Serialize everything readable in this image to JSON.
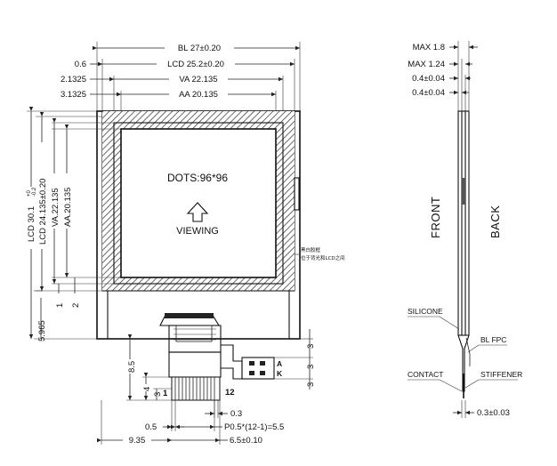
{
  "front": {
    "bl_label": "BL  27±0.20",
    "lcd_offset": "0.6",
    "lcd_label": "LCD  25.2±0.20",
    "va_offset": "2.1325",
    "va_label": "VA  22.135",
    "aa_offset": "3.1325",
    "aa_label": "AA  20.135",
    "dots": "DOTS:96*96",
    "viewing": "VIEWING",
    "note_line1": "黑白胶框",
    "note_line2": "位于背光和LCD之间",
    "lcd_height": "LCD  30.1",
    "lcd_height_tol_upper": "+0",
    "lcd_height_tol_lower": "-0.2",
    "lcd_height_2": "LCD  24.135±0.20",
    "va_height": "VA.22.135",
    "aa_height": "AA.20.135",
    "dim_1": "1",
    "dim_2": "2",
    "dim_5965": "5.965",
    "dim_85": "8.5",
    "dim_4": "4",
    "dim_3_left": "3",
    "pin_1": "1",
    "pin_12": "12",
    "label_a": "A",
    "label_k": "K",
    "dim_3_r1": "3",
    "dim_3_r2": "3",
    "dim_3_r3": "3",
    "dim_03": "0.3",
    "dim_05": "0.5",
    "dim_pitch": "P0.5*(12-1)=5.5",
    "dim_935": "9.35",
    "dim_65": "6.5±0.10"
  },
  "side": {
    "max_18": "MAX  1.8",
    "max_124": "MAX  1.24",
    "t1": "0.4±0.04",
    "t2": "0.4±0.04",
    "front": "FRONT",
    "back": "BACK",
    "silicone": "SILICONE",
    "bl_fpc": "BL FPC",
    "contact": "CONTACT",
    "stiffener": "STIFFENER",
    "bottom_thickness": "0.3±0.03"
  }
}
